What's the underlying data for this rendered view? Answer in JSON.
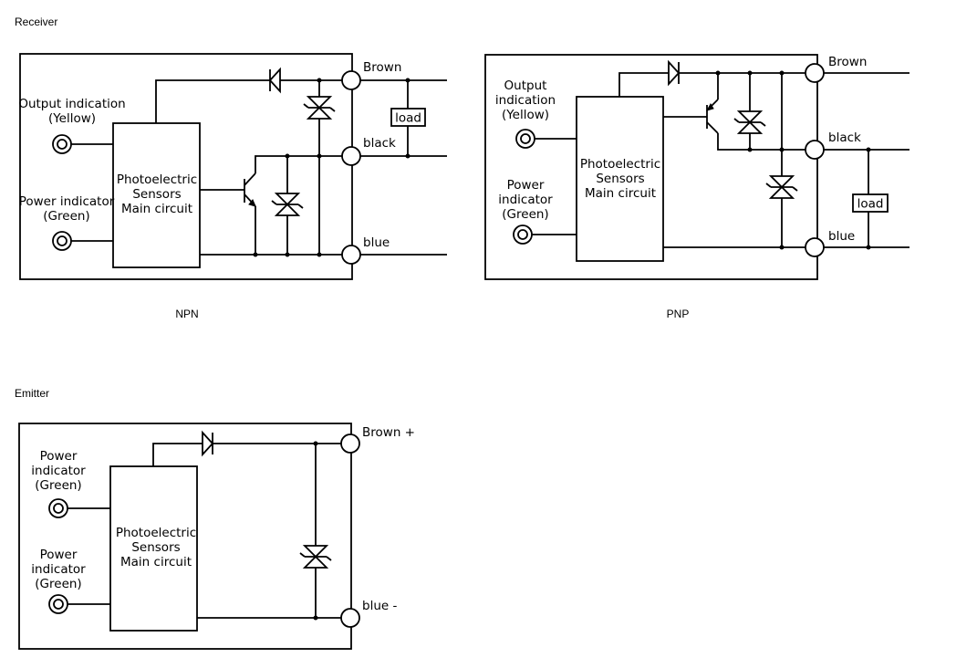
{
  "sections": {
    "receiver": "Receiver",
    "emitter": "Emitter"
  },
  "npn": {
    "caption": "NPN",
    "output_indicator": [
      "Output indication",
      "(Yellow)"
    ],
    "power_indicator": [
      "Power indicator",
      "(Green)"
    ],
    "main_circuit": [
      "Photoelectric",
      "Sensors",
      "Main circuit"
    ],
    "terminals": {
      "brown": "Brown",
      "black": "black",
      "blue": "blue"
    },
    "load": "load"
  },
  "pnp": {
    "caption": "PNP",
    "output_indicator": [
      "Output",
      "indication",
      "(Yellow)"
    ],
    "power_indicator": [
      "Power",
      "indicator",
      "(Green)"
    ],
    "main_circuit": [
      "Photoelectric",
      "Sensors",
      "Main circuit"
    ],
    "terminals": {
      "brown": "Brown",
      "black": "black",
      "blue": "blue"
    },
    "load": "load"
  },
  "emitter": {
    "indicator_1": [
      "Power",
      "indicator",
      "(Green)"
    ],
    "indicator_2": [
      "Power",
      "indicator",
      "(Green)"
    ],
    "main_circuit": [
      "Photoelectric",
      "Sensors",
      "Main circuit"
    ],
    "terminals": {
      "brown": "Brown +",
      "blue": "blue -"
    }
  }
}
